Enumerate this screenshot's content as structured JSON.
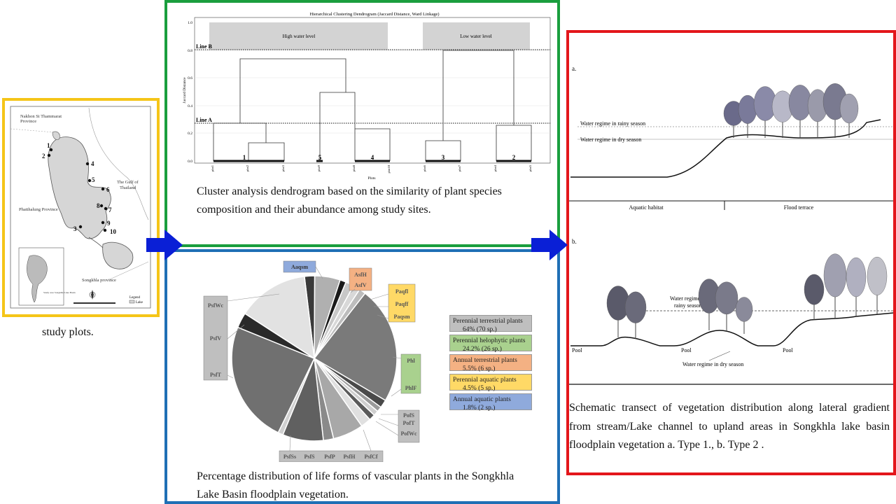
{
  "map_panel": {
    "border_color": "#f5c518",
    "labels": {
      "nakhon": "Nakhon Si Thammarat",
      "nakhon2": "Province",
      "gulf": "The Gulf of",
      "gulf2": "Thailand",
      "phatthalung": "Phatthalung Province",
      "songkhla": "Songkhla province",
      "legend": "Legend",
      "lake": "Lake",
      "inset_label": "Study area Songkhla Lake Basin"
    },
    "site_numbers": [
      "1",
      "2",
      "3",
      "4",
      "5",
      "6",
      "7",
      "8",
      "9",
      "10"
    ],
    "caption": "study plots."
  },
  "dendrogram_panel": {
    "border_color": "#1a9e3e",
    "title": "Hierarchical Clustering Dendrogram (Jaccard Distance, Ward Linkage)",
    "ylabel": "Jaccard Distance",
    "xlabel": "Plots",
    "y_ticks": [
      "0.0",
      "0.2",
      "0.4",
      "0.6",
      "0.8",
      "1.0"
    ],
    "band_high": "High water level",
    "band_low": "Low water level",
    "line_a": "Line A",
    "line_b": "Line B",
    "plots": [
      "plot1",
      "plot2",
      "plot3",
      "plot9",
      "plot8",
      "plot10",
      "plot6",
      "plot7",
      "plot4",
      "plot5"
    ],
    "cluster_numbers": [
      "1",
      "5",
      "4",
      "3",
      "2"
    ],
    "caption": "Cluster analysis dendrogram based on the similarity of plant species composition and their abundance among study sites."
  },
  "pie_panel": {
    "border_color": "#1f6fb5",
    "labels": {
      "Aaqsm": "Aaqsm",
      "AsfH": "AsfH",
      "AsfV": "AsfV",
      "Paqfl": "Paqfl",
      "Paqff": "Paqff",
      "Paqsm": "Paqsm",
      "Phl": "Phl",
      "PhlF": "PhlF",
      "PofS": "PofS",
      "PofT": "PofT",
      "PofWc": "PofWc",
      "PsfCf": "PsfCf",
      "PsfH": "PsfH",
      "PsfP": "PsfP",
      "PsfS": "PsfS",
      "PsfSs": "PsfSs",
      "PsfT": "PsfT",
      "PsfV": "PsfV",
      "PsfWc": "PsfWc"
    },
    "legend": [
      {
        "line1": "Perennial terrestrial plants",
        "line2": "64% (70 sp.)",
        "color": "#bfbfbf"
      },
      {
        "line1": "Perennial helophytic plants",
        "line2": "24.2% (26 sp.)",
        "color": "#a9d18e"
      },
      {
        "line1": "Annual terrestrial plants",
        "line2": "5.5% (6 sp.)",
        "color": "#f4b183"
      },
      {
        "line1": "Perennial aquatic plants",
        "line2": "4.5% (5 sp.)",
        "color": "#ffd966"
      },
      {
        "line1": "Annual aquatic plants",
        "line2": "1.8% (2 sp.)",
        "color": "#8faadc"
      }
    ],
    "caption": "Percentage distribution of life forms of vascular plants in the Songkhla Lake Basin floodplain vegetation."
  },
  "transect_panel": {
    "border_color": "#e3161b",
    "label_a": "a.",
    "label_b": "b.",
    "rainy": "Water regime in rainy season",
    "dry": "Water regime in dry season",
    "rainy_b1": "Water regime in",
    "rainy_b2": "rainy season",
    "dry_b": "Water regime in dry season",
    "aquatic": "Aquatic habitat",
    "flood": "Flood terrace",
    "pool": "Pool",
    "caption": "Schematic transect of vegetation distribution along lateral gradient from stream/Lake channel to upland areas in Songkhla lake basin floodplain vegetation a. Type 1., b. Type 2 ."
  },
  "arrow_color": "#0a1fd6"
}
